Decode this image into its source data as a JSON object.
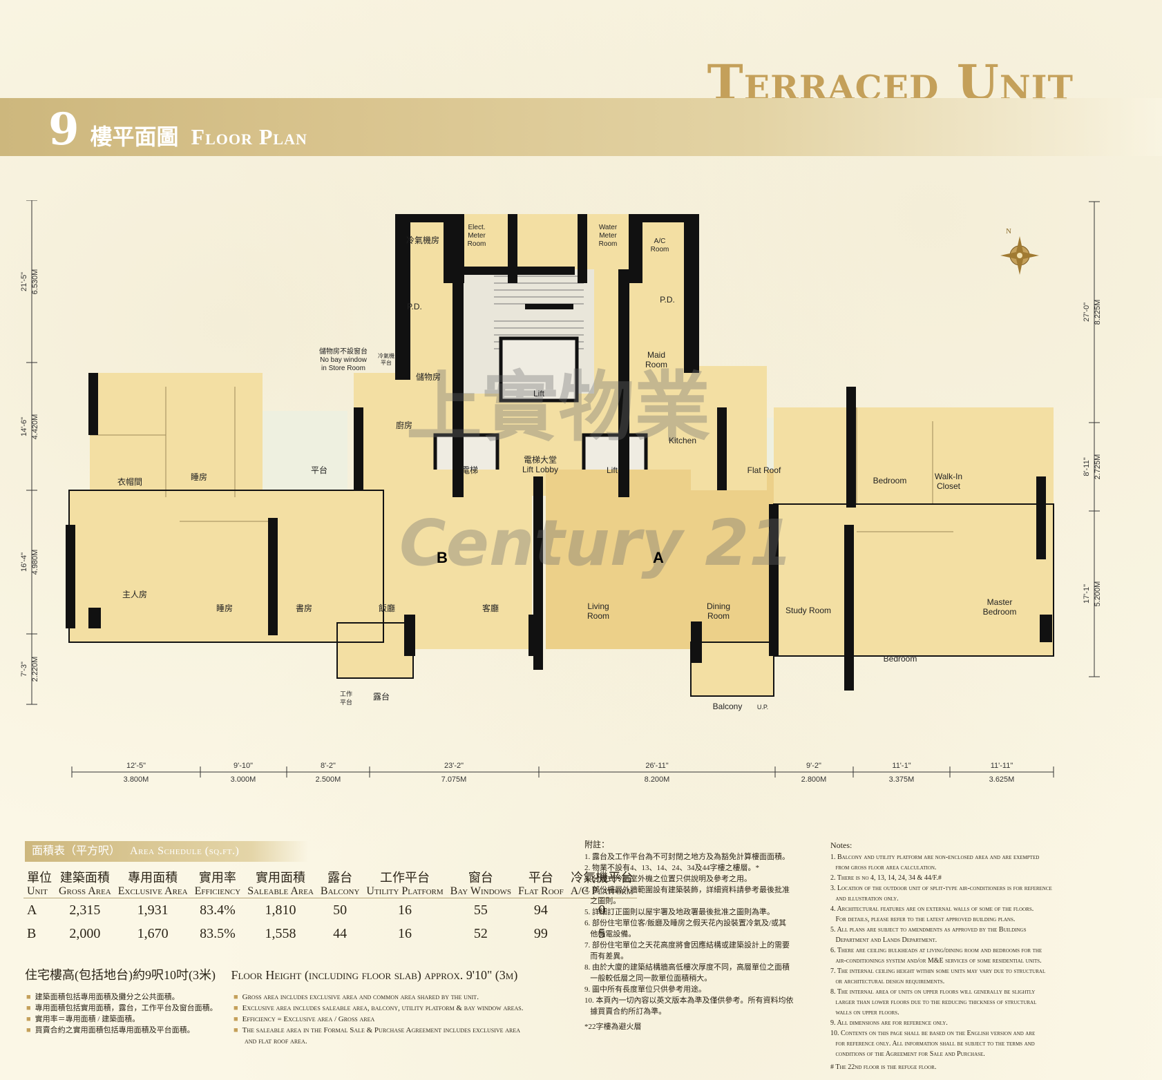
{
  "header": {
    "title": "Terraced Unit",
    "floor_number": "9",
    "floor_zh": "樓平面圖",
    "floor_en": "Floor Plan"
  },
  "watermark": {
    "zh": "上實物業",
    "en": "Century 21"
  },
  "compass": {
    "north_label": "N"
  },
  "plan": {
    "unit_labels": {
      "a": "A",
      "b": "B"
    },
    "rooms": {
      "ac_room_zh": "冷氣機房",
      "pd_left": "P.D.",
      "pd_right": "P.D.",
      "elect_meter_1": "Elect.",
      "elect_meter_2": "Meter",
      "elect_meter_3": "Room",
      "water_meter_1": "Water",
      "water_meter_2": "Meter",
      "water_meter_3": "Room",
      "ac_room_1": "A/C",
      "ac_room_2": "Room",
      "store_zh": "儲物房",
      "maid_1": "Maid",
      "maid_2": "Room",
      "lift_top": "Lift",
      "lift_left_zh": "電梯",
      "lift_lobby_zh": "電梯大堂",
      "lift_lobby_en": "Lift Lobby",
      "lift_right": "Lift",
      "kitchen_zh": "廚房",
      "kitchen_en": "Kitchen",
      "flat_roof_zh": "平台",
      "flat_roof_en": "Flat Roof",
      "bedroom_zh": "睡房",
      "walkin_zh": "衣帽間",
      "master_zh": "主人房",
      "bedroom2_zh": "睡房",
      "study_zh": "書房",
      "dining_zh": "飯廳",
      "living_zh": "客廳",
      "living_en_1": "Living",
      "living_en_2": "Room",
      "dining_en_1": "Dining",
      "dining_en_2": "Room",
      "study_en": "Study Room",
      "bedroom_en_1": "Bedroom",
      "walkin_en_1": "Walk-In",
      "walkin_en_2": "Closet",
      "master_en_1": "Master",
      "master_en_2": "Bedroom",
      "bedroom_en_2": "Bedroom",
      "balcony_en": "Balcony",
      "up_en": "U.P.",
      "utility_zh_1": "工作",
      "utility_zh_2": "平台",
      "balcony_zh": "露台",
      "ac_platform_zh_1": "冷氣機",
      "ac_platform_zh_2": "平台"
    },
    "bay_note": {
      "zh": "儲物房不設窗台",
      "en_1": "No bay window",
      "en_2": "in Store Room"
    },
    "dims_bottom": [
      {
        "ft": "12'-5\"",
        "m": "3.800M"
      },
      {
        "ft": "9'-10\"",
        "m": "3.000M"
      },
      {
        "ft": "8'-2\"",
        "m": "2.500M"
      },
      {
        "ft": "23'-2\"",
        "m": "7.075M"
      },
      {
        "ft": "26'-11\"",
        "m": "8.200M"
      },
      {
        "ft": "9'-2\"",
        "m": "2.800M"
      },
      {
        "ft": "11'-1\"",
        "m": "3.375M"
      },
      {
        "ft": "11'-11\"",
        "m": "3.625M"
      }
    ],
    "dims_left": [
      {
        "ft": "21'-5\"",
        "m": "6.530M"
      },
      {
        "ft": "14'-6\"",
        "m": "4.420M"
      },
      {
        "ft": "16'-4\"",
        "m": "4.980M"
      },
      {
        "ft": "7'-3\"",
        "m": "2.220M"
      }
    ],
    "dims_right": [
      {
        "ft": "27'-0\"",
        "m": "8.225M"
      },
      {
        "ft": "8'-11\"",
        "m": "2.725M"
      },
      {
        "ft": "17'-1\"",
        "m": "5.200M"
      }
    ]
  },
  "schedule": {
    "title_zh": "面積表（平方呎）",
    "title_en": "Area Schedule (sq.ft.)",
    "columns": [
      {
        "zh": "單位",
        "en": "Unit"
      },
      {
        "zh": "建築面積",
        "en": "Gross Area"
      },
      {
        "zh": "專用面積",
        "en": "Exclusive Area"
      },
      {
        "zh": "實用率",
        "en": "Efficiency"
      },
      {
        "zh": "實用面積",
        "en": "Saleable Area"
      },
      {
        "zh": "露台",
        "en": "Balcony"
      },
      {
        "zh": "工作平台",
        "en": "Utility Platform"
      },
      {
        "zh": "窗台",
        "en": "Bay Windows"
      },
      {
        "zh": "平台",
        "en": "Flat Roof"
      },
      {
        "zh": "冷氣機平台",
        "en": "A/C Platform"
      }
    ],
    "rows": [
      [
        "A",
        "2,315",
        "1,931",
        "83.4%",
        "1,810",
        "50",
        "16",
        "55",
        "94",
        "0"
      ],
      [
        "B",
        "2,000",
        "1,670",
        "83.5%",
        "1,558",
        "44",
        "16",
        "52",
        "99",
        "5"
      ]
    ],
    "floor_height_zh": "住宅樓高(包括地台)約9呎10吋(3米)",
    "floor_height_en": "Floor Height (including floor slab) approx. 9'10\" (3m)"
  },
  "footnotes_zh": [
    "建築面積包括專用面積及攤分之公共面積。",
    "專用面積包括實用面積，露台，工作平台及窗台面積。",
    "實用率＝專用面積 / 建築面積。",
    "買賣合約之實用面積包括專用面積及平台面積。"
  ],
  "footnotes_en": [
    "Gross area includes exclusive area and common area shared by the unit.",
    "Exclusive area includes saleable area, balcony, utility platform & bay window areas.",
    "Efficiency = Exclusive area / Gross area",
    "The saleable area in the Formal Sale & Purchase Agreement includes exclusive area",
    "and flat roof area."
  ],
  "notes_zh": {
    "heading": "附註：",
    "items": [
      "1. 露台及工作平台為不可封閉之地方及為豁免計算樓面面積。",
      "2. 物業不設有4、13、14、24、34及44字樓之樓層。*",
      "3. 分體式冷氣室外機之位置只供說明及參考之用。",
      "4. 部份樓層外牆範圍設有建築裝飾，詳細資料請參考最後批准",
      "   之圖則。",
      "5. 詳細訂正圖則以屋宇署及地政署最後批准之圖則為準。",
      "6. 部份住宅單位客/飯廳及睡房之假天花內設裝置冷氣及/或其",
      "   他機電設備。",
      "7. 部份住宅單位之天花高度將會因應結構或建築設計上的需要",
      "   而有差異。",
      "8. 由於大廈的建築結構牆高低樓次厚度不同，高層單位之面積",
      "   一般較低層之同一款單位面積稍大。",
      "9. 圖中所有長度單位只供參考用途。",
      "10. 本頁內一切內容以英文版本為準及僅供參考。所有資料均依",
      "   據買賣合約所訂為準。"
    ],
    "refuge": "*22字樓為避火層"
  },
  "notes_en": {
    "heading": "Notes:",
    "items": [
      "1. Balcony and utility platform are non-enclosed area and are exempted",
      "   from gross floor area calculation.",
      "2. There is no 4, 13, 14, 24, 34 & 44/F.#",
      "3. Location of the outdoor unit of split-type air-conditioners is for reference",
      "   and illustration only.",
      "4. Architectural features are on external walls of some of the floors.",
      "   For details, please refer to the latest approved building plans.",
      "5. All plans are subject to amendments as approved by the Buildings",
      "   Department and Lands Department.",
      "6. There are ceiling bulkheads at living/dining room and bedrooms for the",
      "   air-conditionings system and/or M&E services of some residential units.",
      "7. The internal ceiling height within some units may vary due to structural",
      "   or architectural design requirements.",
      "8. The internal area of units on upper floors will generally be slightly",
      "   larger than lower floors due to the reducing thickness of structural",
      "   walls on upper floors.",
      "9. All dimensions are for reference only.",
      "10. Contents on this page shall be based on the English version and are",
      "   for reference only. All information shall be subject to the terms and",
      "   conditions of the Agreement for Sale and Purchase."
    ],
    "refuge": "# The 22nd floor is the refuge floor."
  },
  "colors": {
    "gold": "#c4a05a",
    "room_fill": "#f3dfa3",
    "room_fill_dark": "#eccf86",
    "wall": "#111111"
  }
}
